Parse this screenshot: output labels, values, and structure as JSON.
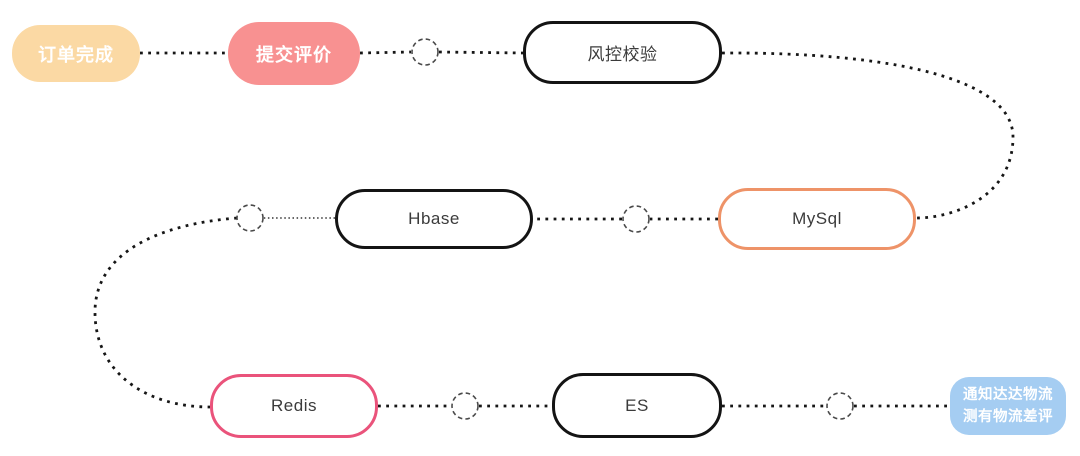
{
  "diagram": {
    "title": "order review flow diagram",
    "nodes": {
      "order_complete": {
        "label": "订单完成",
        "fill": "#FBD9A4",
        "text_color": "#FFFFFF"
      },
      "submit_review": {
        "label": "提交评价",
        "fill": "#F89191",
        "text_color": "#FFFFFF"
      },
      "risk_check": {
        "label": "风控校验",
        "border_color": "#141414"
      },
      "hbase": {
        "label": "Hbase",
        "border_color": "#141414"
      },
      "mysql": {
        "label": "MySql",
        "border_color": "#EE9368"
      },
      "redis": {
        "label": "Redis",
        "border_color": "#EA537B"
      },
      "es": {
        "label": "ES",
        "border_color": "#141414"
      },
      "notify_logistics": {
        "label_line1": "通知达达物流",
        "label_line2": "测有物流差评",
        "fill": "#A5CDF2",
        "text_color": "#FFFFFF"
      }
    },
    "edges": [
      {
        "from": "订单完成",
        "to": "提交评价",
        "style": "dotted"
      },
      {
        "from": "提交评价",
        "to": "风控校验",
        "style": "dotted",
        "via": "checkpoint-circle"
      },
      {
        "from": "风控校验",
        "to": "MySql",
        "style": "dotted-curve"
      },
      {
        "from": "MySql",
        "to": "Hbase",
        "style": "dotted",
        "via": "checkpoint-circle"
      },
      {
        "from": "Hbase",
        "to": "Redis",
        "style": "fine-dotted-then-curve",
        "via": "checkpoint-circle"
      },
      {
        "from": "Redis",
        "to": "ES",
        "style": "dotted",
        "via": "checkpoint-circle"
      },
      {
        "from": "ES",
        "to": "通知达达物流 测有物流差评",
        "style": "dotted",
        "via": "checkpoint-circle"
      }
    ],
    "connector_color": "#161616",
    "checkpoint_circle_color": "#4A4A4A"
  }
}
